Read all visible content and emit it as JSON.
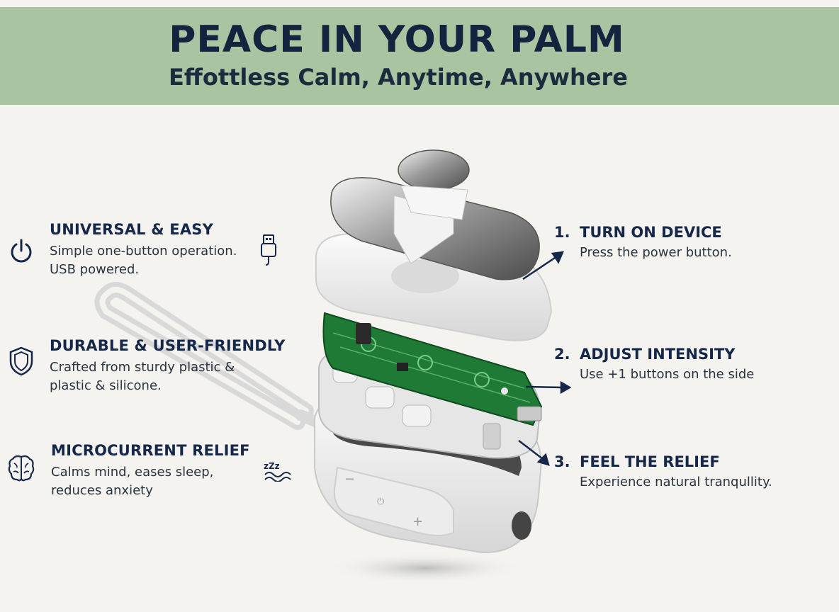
{
  "header": {
    "title": "PEACE IN YOUR PALM",
    "subtitle": "Effottless Calm, Anytime, Anywhere"
  },
  "colors": {
    "banner": "#a8c4a0",
    "background": "#f4f3ef",
    "heading": "#16284a",
    "circuit_board": "#1f7a35"
  },
  "features": [
    {
      "title": "UNIVERSAL & EASY",
      "lines": [
        "Simple one-button operation.",
        "USB powered."
      ],
      "icon": "power-icon",
      "side_icon": "usb-plug-icon"
    },
    {
      "title": "DURABLE & USER-FRIENDLY",
      "lines": [
        "Crafted from sturdy plastic &",
        "plastic & silicone."
      ],
      "icon": "shield-icon"
    },
    {
      "title": "MICROCURRENT RELIEF",
      "lines": [
        "Calms mind, eases sleep,",
        "reduces anxiety"
      ],
      "icon": "brain-icon",
      "side_icon": "sleep-waves-icon"
    }
  ],
  "steps": [
    {
      "number": "1.",
      "title": "TURN ON DEVICE",
      "text": "Press the power button."
    },
    {
      "number": "2.",
      "title": "ADJUST INTENSITY",
      "text": "Use +1 buttons on the side"
    },
    {
      "number": "3.",
      "title": "FEEL THE RELIEF",
      "text": "Experience natural tranqullity."
    }
  ],
  "device": {
    "button_labels": [
      "−",
      "⏻",
      "+"
    ],
    "sleep_letters": "zZz"
  }
}
